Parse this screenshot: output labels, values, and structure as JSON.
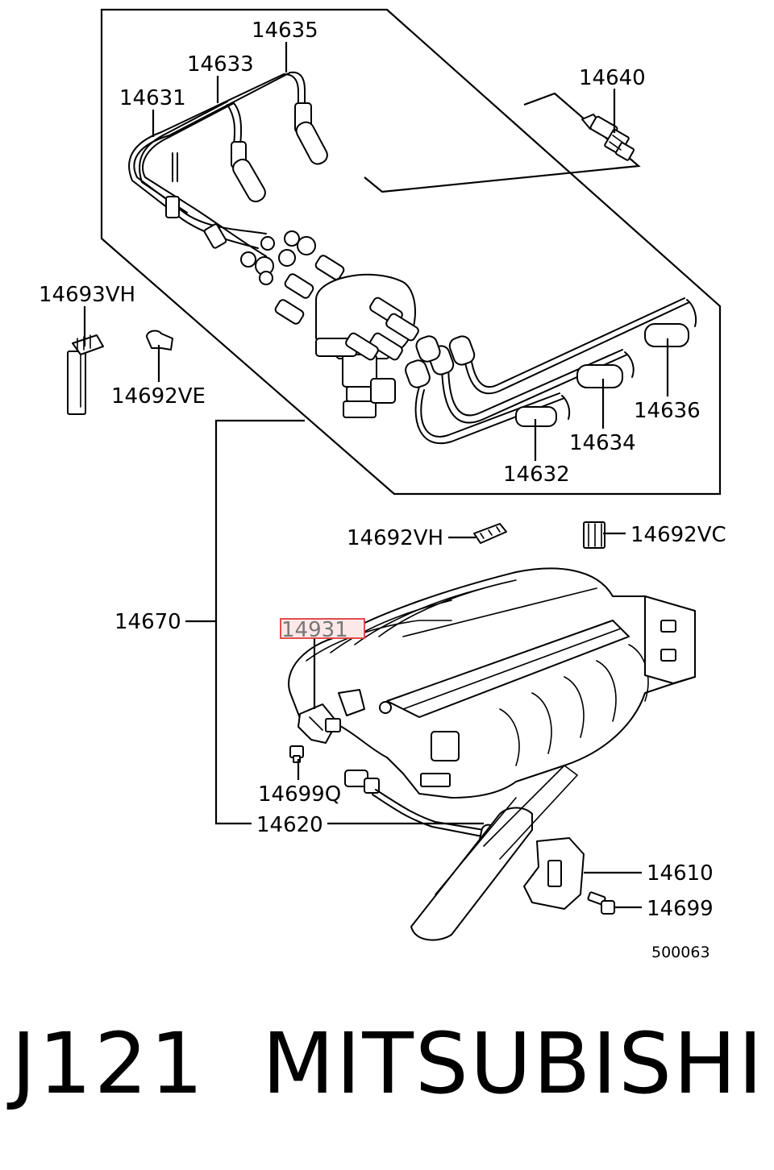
{
  "diagram": {
    "labels": {
      "p14635": "14635",
      "p14633": "14633",
      "p14631": "14631",
      "p14640": "14640",
      "p14693VH": "14693VH",
      "p14692VE": "14692VE",
      "p14636": "14636",
      "p14634": "14634",
      "p14632": "14632",
      "p14692VH": "14692VH",
      "p14692VC": "14692VC",
      "p14670": "14670",
      "p14931": "14931",
      "p14699Q": "14699Q",
      "p14620": "14620",
      "p14610": "14610",
      "p14699": "14699"
    },
    "highlighted_part": "14931",
    "highlight_color": "#e23b3b",
    "drawing_code": "500063"
  },
  "footer": {
    "part_code": "J121",
    "brand": "MITSUBISHI"
  }
}
